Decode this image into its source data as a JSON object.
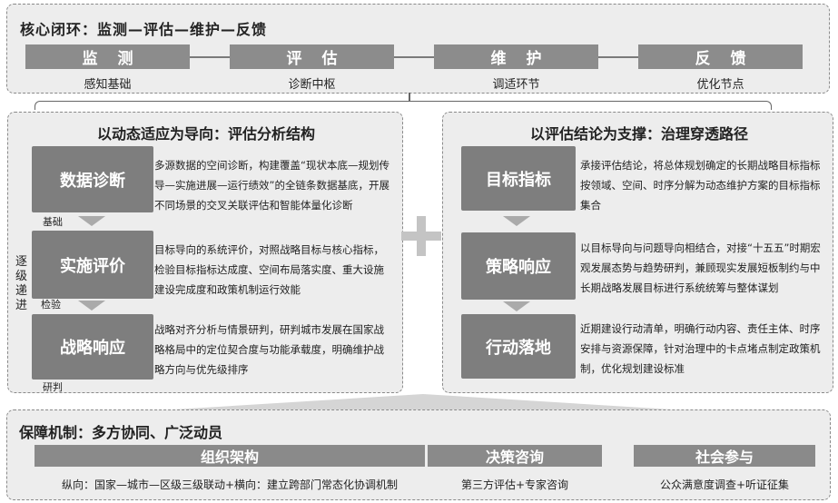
{
  "top": {
    "title": "核心闭环：监测—评估—维护—反馈",
    "steps": [
      {
        "label": "监 测",
        "sub": "感知基础"
      },
      {
        "label": "评 估",
        "sub": "诊断中枢"
      },
      {
        "label": "维 护",
        "sub": "调适环节"
      },
      {
        "label": "反 馈",
        "sub": "优化节点"
      }
    ]
  },
  "left": {
    "title": "以动态适应为导向：评估分析结构",
    "side_label": "逐级递进",
    "steps": [
      {
        "label": "数据诊断",
        "text": "多源数据的空间诊断，构建覆盖“现状本底—规划传导—实施进展—运行绩效”的全链条数据基底，开展不同场景的交叉关联评估和智能体量化诊断",
        "tag": "基础"
      },
      {
        "label": "实施评价",
        "text": "目标导向的系统评价，对照战略目标与核心指标，检验目标指标达成度、空间布局落实度、重大设施建设完成度和政策机制运行效能",
        "tag": "检验"
      },
      {
        "label": "战略响应",
        "text": "战略对齐分析与情景研判，研判城市发展在国家战略格局中的定位契合度与功能承载度，明确维护战略方向与优先级排序",
        "tag": "研判"
      }
    ]
  },
  "right": {
    "title": "以评估结论为支撑：治理穿透路径",
    "steps": [
      {
        "label": "目标指标",
        "text": "承接评估结论，将总体规划确定的长期战略目标指标按领域、空间、时序分解为动态维护方案的目标指标集合"
      },
      {
        "label": "策略响应",
        "text": "以目标导向与问题导向相结合，对接“十五五”时期宏观发展态势与趋势研判，兼顾现实发展短板制约与中长期战略发展目标进行系统统筹与整体谋划"
      },
      {
        "label": "行动落地",
        "text": "近期建设行动清单，明确行动内容、责任主体、时序安排与资源保障，针对治理中的卡点堵点制定政策机制，优化规划建设标准"
      }
    ]
  },
  "bottom": {
    "title": "保障机制：多方协同、广泛动员",
    "groups": [
      {
        "label": "组织架构",
        "sub": "纵向：国家—城市—区级三级联动+横向：建立跨部门常态化协调机制"
      },
      {
        "label": "决策咨询",
        "sub": "第三方评估+专家咨询"
      },
      {
        "label": "社会参与",
        "sub": "公众满意度调查+听证征集"
      }
    ]
  }
}
